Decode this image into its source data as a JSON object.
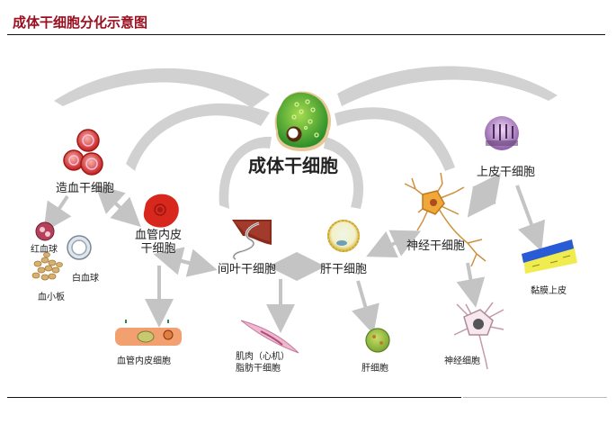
{
  "header": {
    "title": "成体干细胞分化示意图",
    "title_prefix_obscured": "成体干细胞分化示意图"
  },
  "diagram": {
    "center": {
      "label": "成体干细胞"
    },
    "nodes": {
      "hematopoietic": "造血干细胞",
      "endothelial_stem": "血管内皮干细胞",
      "endothelial_stem_line1": "血管内皮",
      "endothelial_stem_line2": "干细胞",
      "mesenchymal": "间叶干细胞",
      "liver_stem": "肝干细胞",
      "neural_stem": "神经干细胞",
      "epithelial_stem": "上皮干细胞"
    },
    "products": {
      "red_blood_cell": "红血球",
      "white_blood_cell": "白血球",
      "platelet": "血小板",
      "endothelial_cell": "血管内皮细胞",
      "muscle_line1": "肌肉（心机）",
      "muscle_line2": "脂肪干细胞",
      "liver_cell": "肝细胞",
      "neuron": "神经细胞",
      "mucosa": "黏膜上皮"
    },
    "colors": {
      "title": "#9b1020",
      "arrow": "#c8c8c8",
      "stem_cell_green": "#3fa535",
      "blood_red": "#d42a2a",
      "epithelial_purple": "#b98bc4",
      "neural_orange": "#e9a33a",
      "liver_yellow": "#e2c84a",
      "mucosa_blue": "#2a5bd6",
      "mucosa_yellow": "#f2ee5a"
    }
  }
}
